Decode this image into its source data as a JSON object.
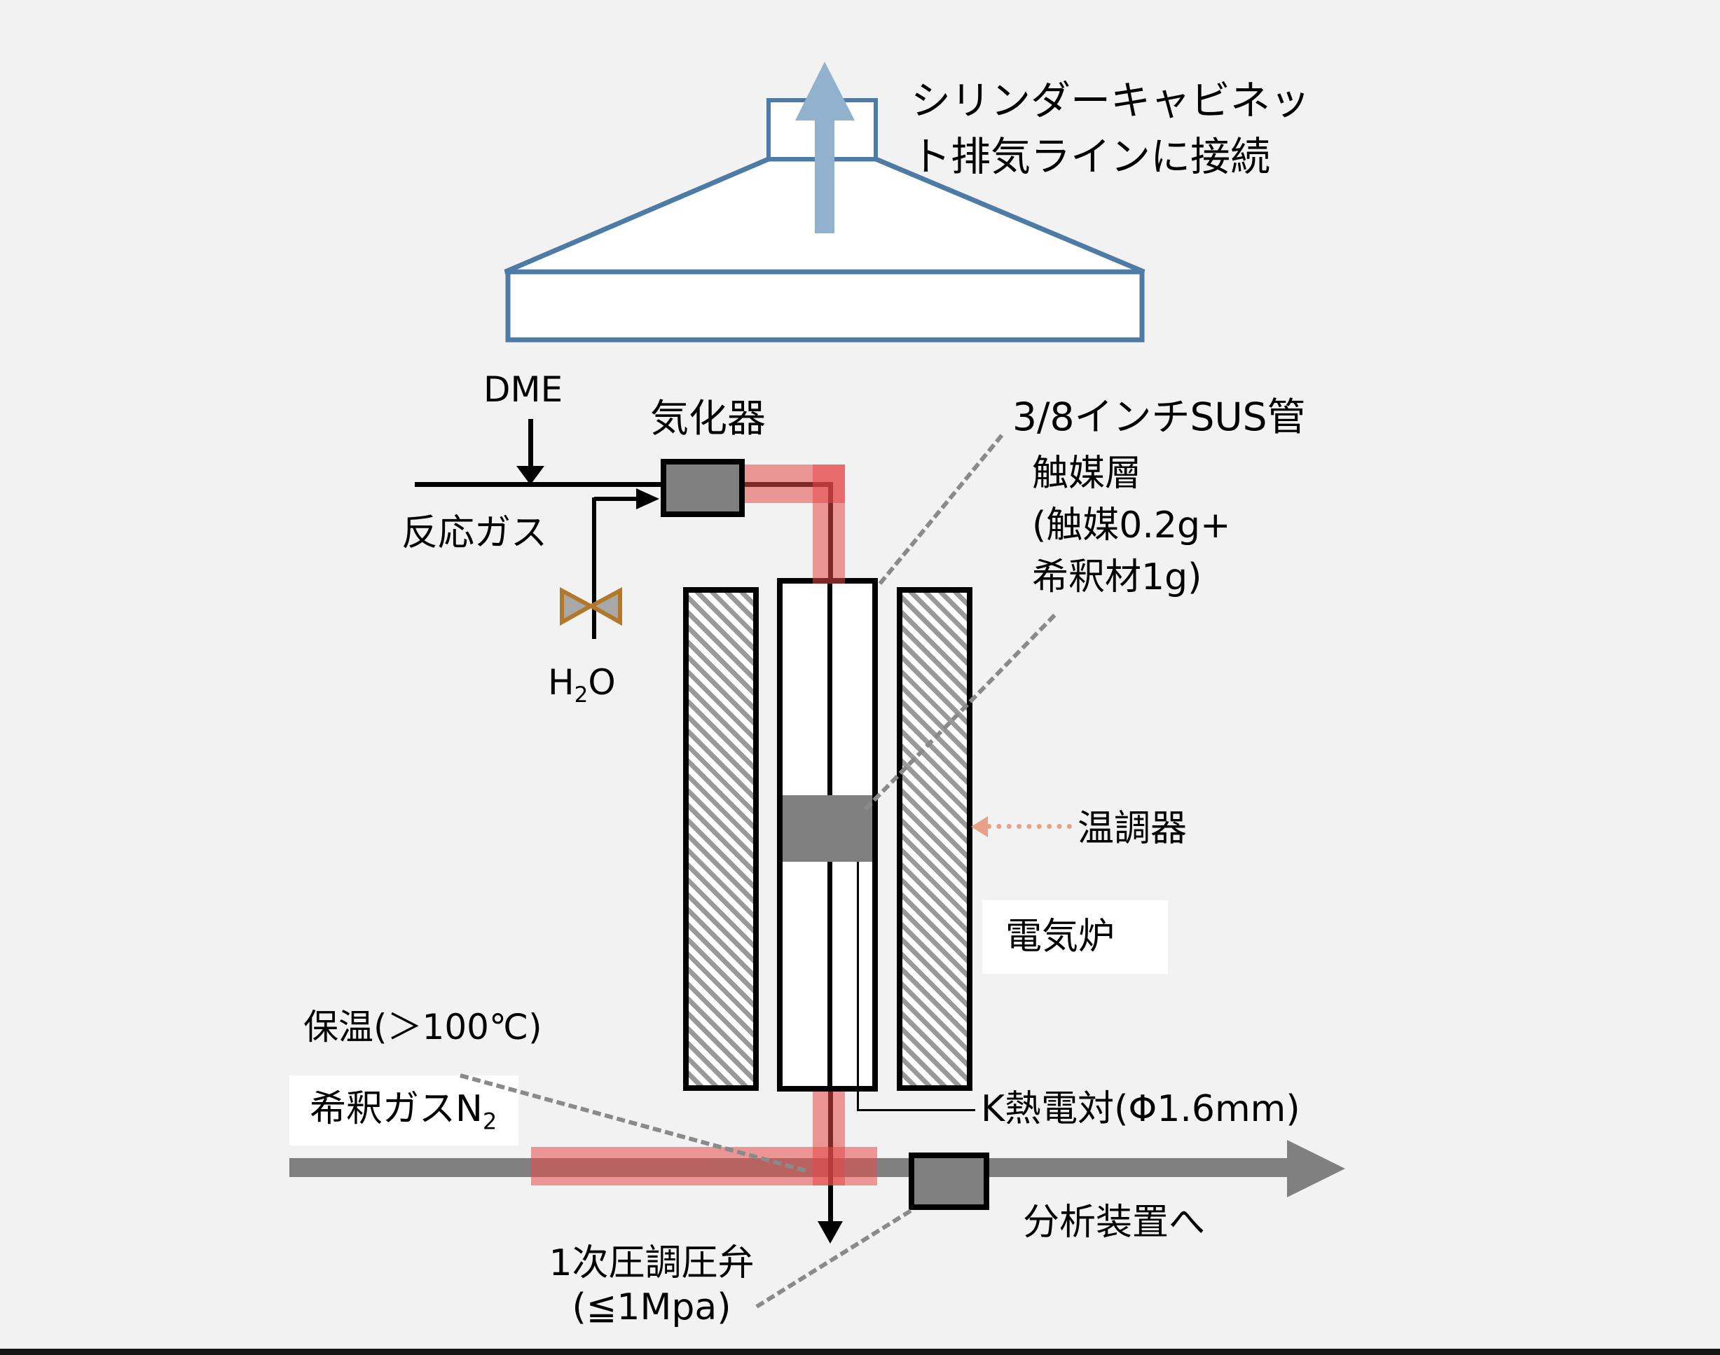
{
  "title": {
    "hood_note": "シリンダーキャビネッ\nト排気ラインに接続"
  },
  "feeds": {
    "dme": "DME",
    "reaction_gas": "反応ガス",
    "water": "H",
    "water_sub": "2",
    "water_tail": "O",
    "vaporizer": "気化器"
  },
  "reactor": {
    "tube": "3/8インチSUS管",
    "catalyst_block": "触媒層\n(触媒0.2g+\n希釈材1g)",
    "temp_controller": "温調器",
    "furnace": "電気炉",
    "thermocouple": "K熱電対(Φ1.6mm)"
  },
  "bottom": {
    "insulation": "保温(＞100℃)",
    "dilution_gas": "希釈ガスN",
    "dilution_gas_sub": "2",
    "regulator_line1": "1次圧調圧弁",
    "regulator_line2": "(≦1Mpa)",
    "to_analyzer": "分析装置へ"
  },
  "colors": {
    "background": "#f2f2f2",
    "hood_outline": "#4d7ba5",
    "hood_arrow": "#92b1cd",
    "heated_line_overlay": "rgba(229,72,72,0.55)",
    "pipe_gray": "#808080",
    "valve_orange": "#b1782a",
    "pointer_salmon": "#e8a188",
    "pointer_dash_gray": "#8a8a8a"
  }
}
